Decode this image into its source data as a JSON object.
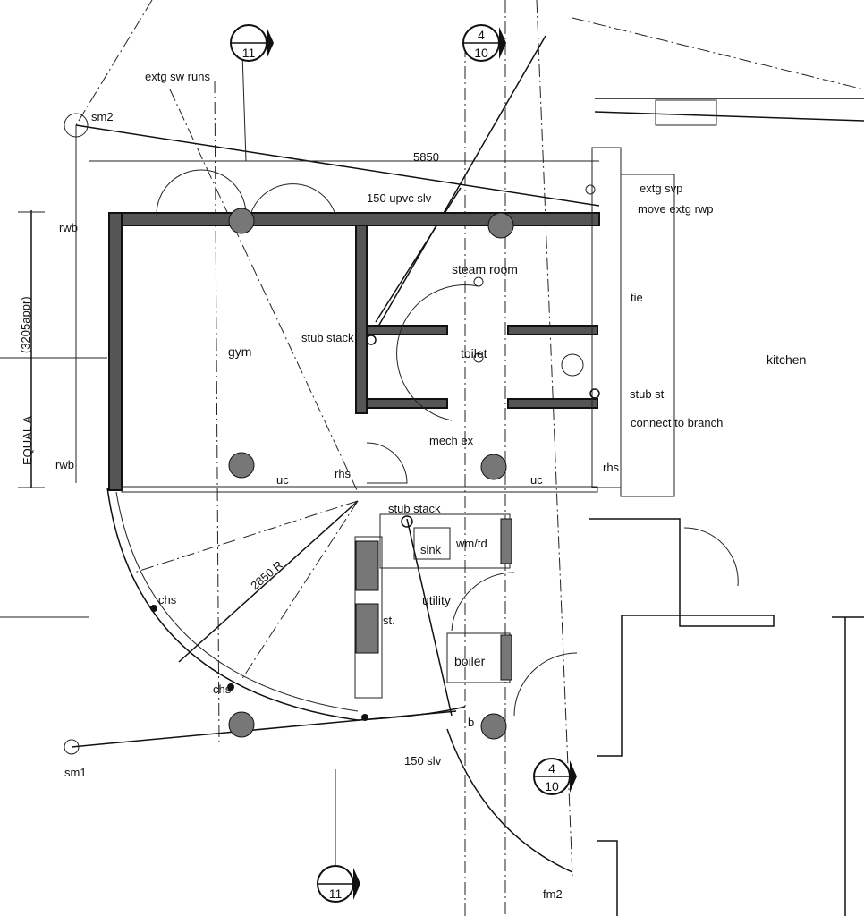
{
  "drawing": {
    "rooms": {
      "gym": "gym",
      "steam_room": "steam room",
      "toilet": "toilet",
      "kitchen": "kitchen",
      "utility": "utility",
      "boiler": "boiler",
      "sink": "sink",
      "wm_td": "wm/td",
      "store": "st.",
      "mech_ex": "mech ex"
    },
    "annotations": {
      "extg_sw_runs": "extg sw runs",
      "sm2": "sm2",
      "sm1": "sm1",
      "fm2": "fm2",
      "dim_5850": "5850",
      "upvc_slv": "150 upvc slv",
      "extg_svp": "extg svp",
      "move_extg_rwp": "move extg rwp",
      "rwb_top": "rwb",
      "rwb_bottom": "rwb",
      "tie": "tie",
      "stub_stack_1": "stub stack",
      "stub_stack_2": "stub stack",
      "stub_st": "stub st",
      "connect_to_branch": "connect to branch",
      "dim_3205": "(3205appr)",
      "equal_a": "EQUAL A",
      "uc_1": "uc",
      "uc_2": "uc",
      "rhs_1": "rhs",
      "rhs_2": "rhs",
      "chs_1": "chs",
      "chs_2": "chs",
      "radius": "2850 R",
      "b": "b",
      "slv_150": "150 slv"
    },
    "section_markers": [
      {
        "top": "",
        "bottom": "11"
      },
      {
        "top": "4",
        "bottom": "10"
      },
      {
        "top": "4",
        "bottom": "10"
      },
      {
        "top": "",
        "bottom": "11"
      }
    ]
  }
}
